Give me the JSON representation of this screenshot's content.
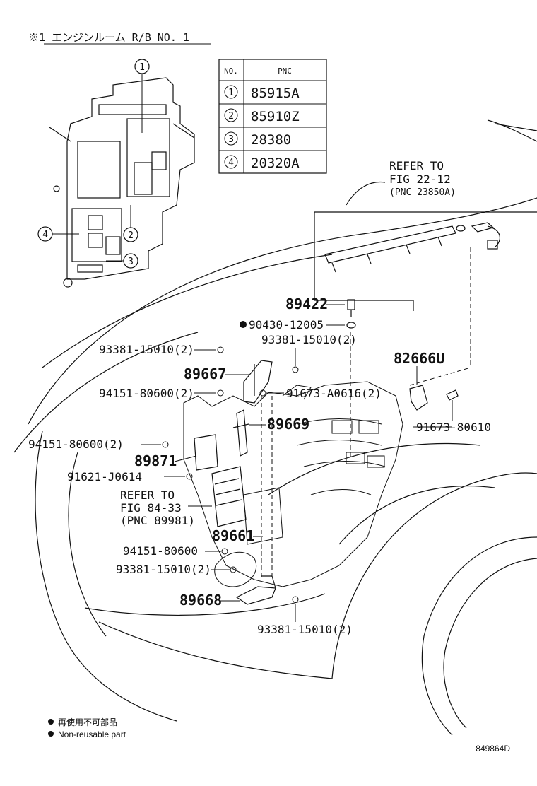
{
  "header": "※1 エンジンルーム R/B NO. 1",
  "pnc_table": {
    "col_no": "NO.",
    "col_pnc": "PNC",
    "rows": [
      {
        "no": "1",
        "pnc": "85915A"
      },
      {
        "no": "2",
        "pnc": "85910Z"
      },
      {
        "no": "3",
        "pnc": "28380"
      },
      {
        "no": "4",
        "pnc": "20320A"
      }
    ]
  },
  "callouts": {
    "c1": "1",
    "c2": "2",
    "c3": "3",
    "c4": "4"
  },
  "refer_22": {
    "l1": "REFER TO",
    "l2": "FIG 22-12",
    "l3": "(PNC 23850A)"
  },
  "refer_84": {
    "l1": "REFER TO",
    "l2": "FIG 84-33",
    "l3": "(PNC 89981)"
  },
  "parts": {
    "p89422": "89422",
    "p90430": "90430-12005",
    "p93381_a": "93381-15010(2)",
    "p93381_b": "93381-15010(2)",
    "p82666u": "82666U",
    "p89667": "89667",
    "p94151_a": "94151-80600(2)",
    "p91673_a": "91673-A0616(2)",
    "p89669": "89669",
    "p91673_b": "91673-80610",
    "p94151_b": "94151-80600(2)",
    "p89871": "89871",
    "p91621": "91621-J0614",
    "p89661": "89661",
    "p94151_c": "94151-80600",
    "p93381_c": "93381-15010(2)",
    "p89668": "89668",
    "p93381_d": "93381-15010(2)"
  },
  "legend": {
    "jp": "再使用不可部品",
    "en": "Non-reusable part"
  },
  "figure_code": "849864D"
}
